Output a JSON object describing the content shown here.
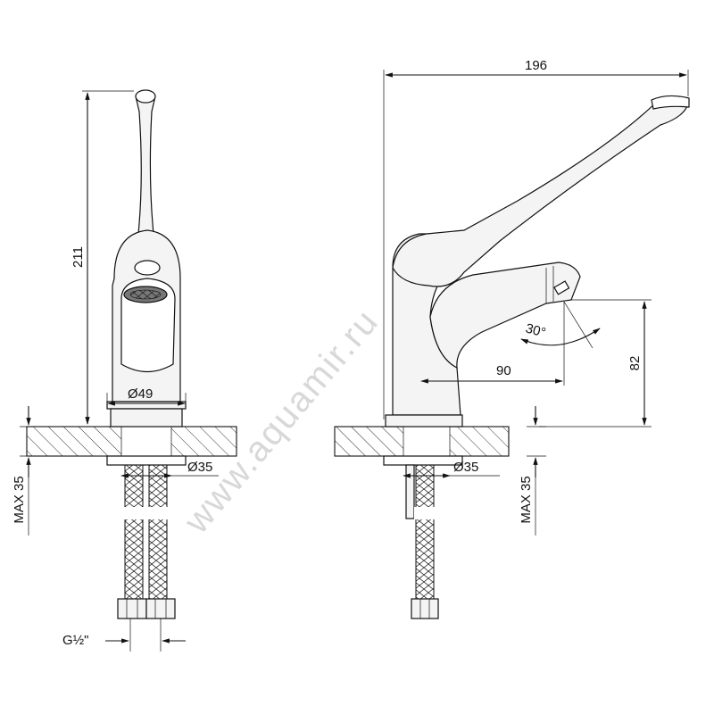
{
  "dimensions": {
    "total_width": "196",
    "total_height": "211",
    "body_diameter": "Ø49",
    "hole_diameter_front": "Ø35",
    "hole_diameter_side": "Ø35",
    "spout_reach": "90",
    "spout_height": "82",
    "spout_angle": "30°",
    "max_thickness_front": "MAX 35",
    "max_thickness_side": "MAX 35",
    "thread": "G½\""
  },
  "watermark": "www.aquamir.ru",
  "colors": {
    "line": "#111111",
    "hatch": "#333333",
    "fill": "#f4f4f4"
  }
}
